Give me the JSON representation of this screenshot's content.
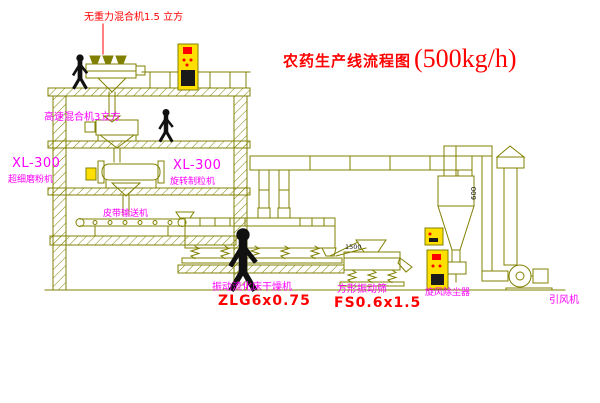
{
  "title": {
    "text": "农药生产线流程图",
    "capacity": "(500kg/h)"
  },
  "labels": {
    "gravity_mixer": "无重力混合机1.5 立方",
    "high_speed_mixer": "高速混合机3立方",
    "mill_model": "XL-300",
    "mill_name": "超细磨粉机",
    "granulator_model": "XL-300",
    "granulator_name": "旋转制粒机",
    "belt_conveyor": "皮带输送机",
    "dryer_name": "振动流化床干燥机",
    "dryer_model": "ZLG6x0.75",
    "screen_name": "方形振动筛",
    "screen_model": "FS0.6x1.5",
    "cyclone_name": "旋风除尘器",
    "fan_name": "引风机"
  },
  "dimensions": {
    "duct_diameter": "600",
    "screen_inlet": "1500"
  },
  "colors": {
    "line_olive": "#808000",
    "label_magenta": "#ff00ff",
    "label_red": "#ff0000",
    "panel_yellow": "#ffdf00"
  }
}
